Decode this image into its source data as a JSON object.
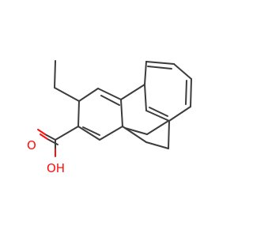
{
  "molecule": {
    "atoms": [
      {
        "id": "o_carbonyl",
        "symbol": "O"
      },
      {
        "id": "o_hydroxyl",
        "symbol": "OH"
      }
    ]
  },
  "colors": {
    "bond": "#3c3c3c",
    "oxygen": "#ff0d0d",
    "background": "#ffffff"
  }
}
